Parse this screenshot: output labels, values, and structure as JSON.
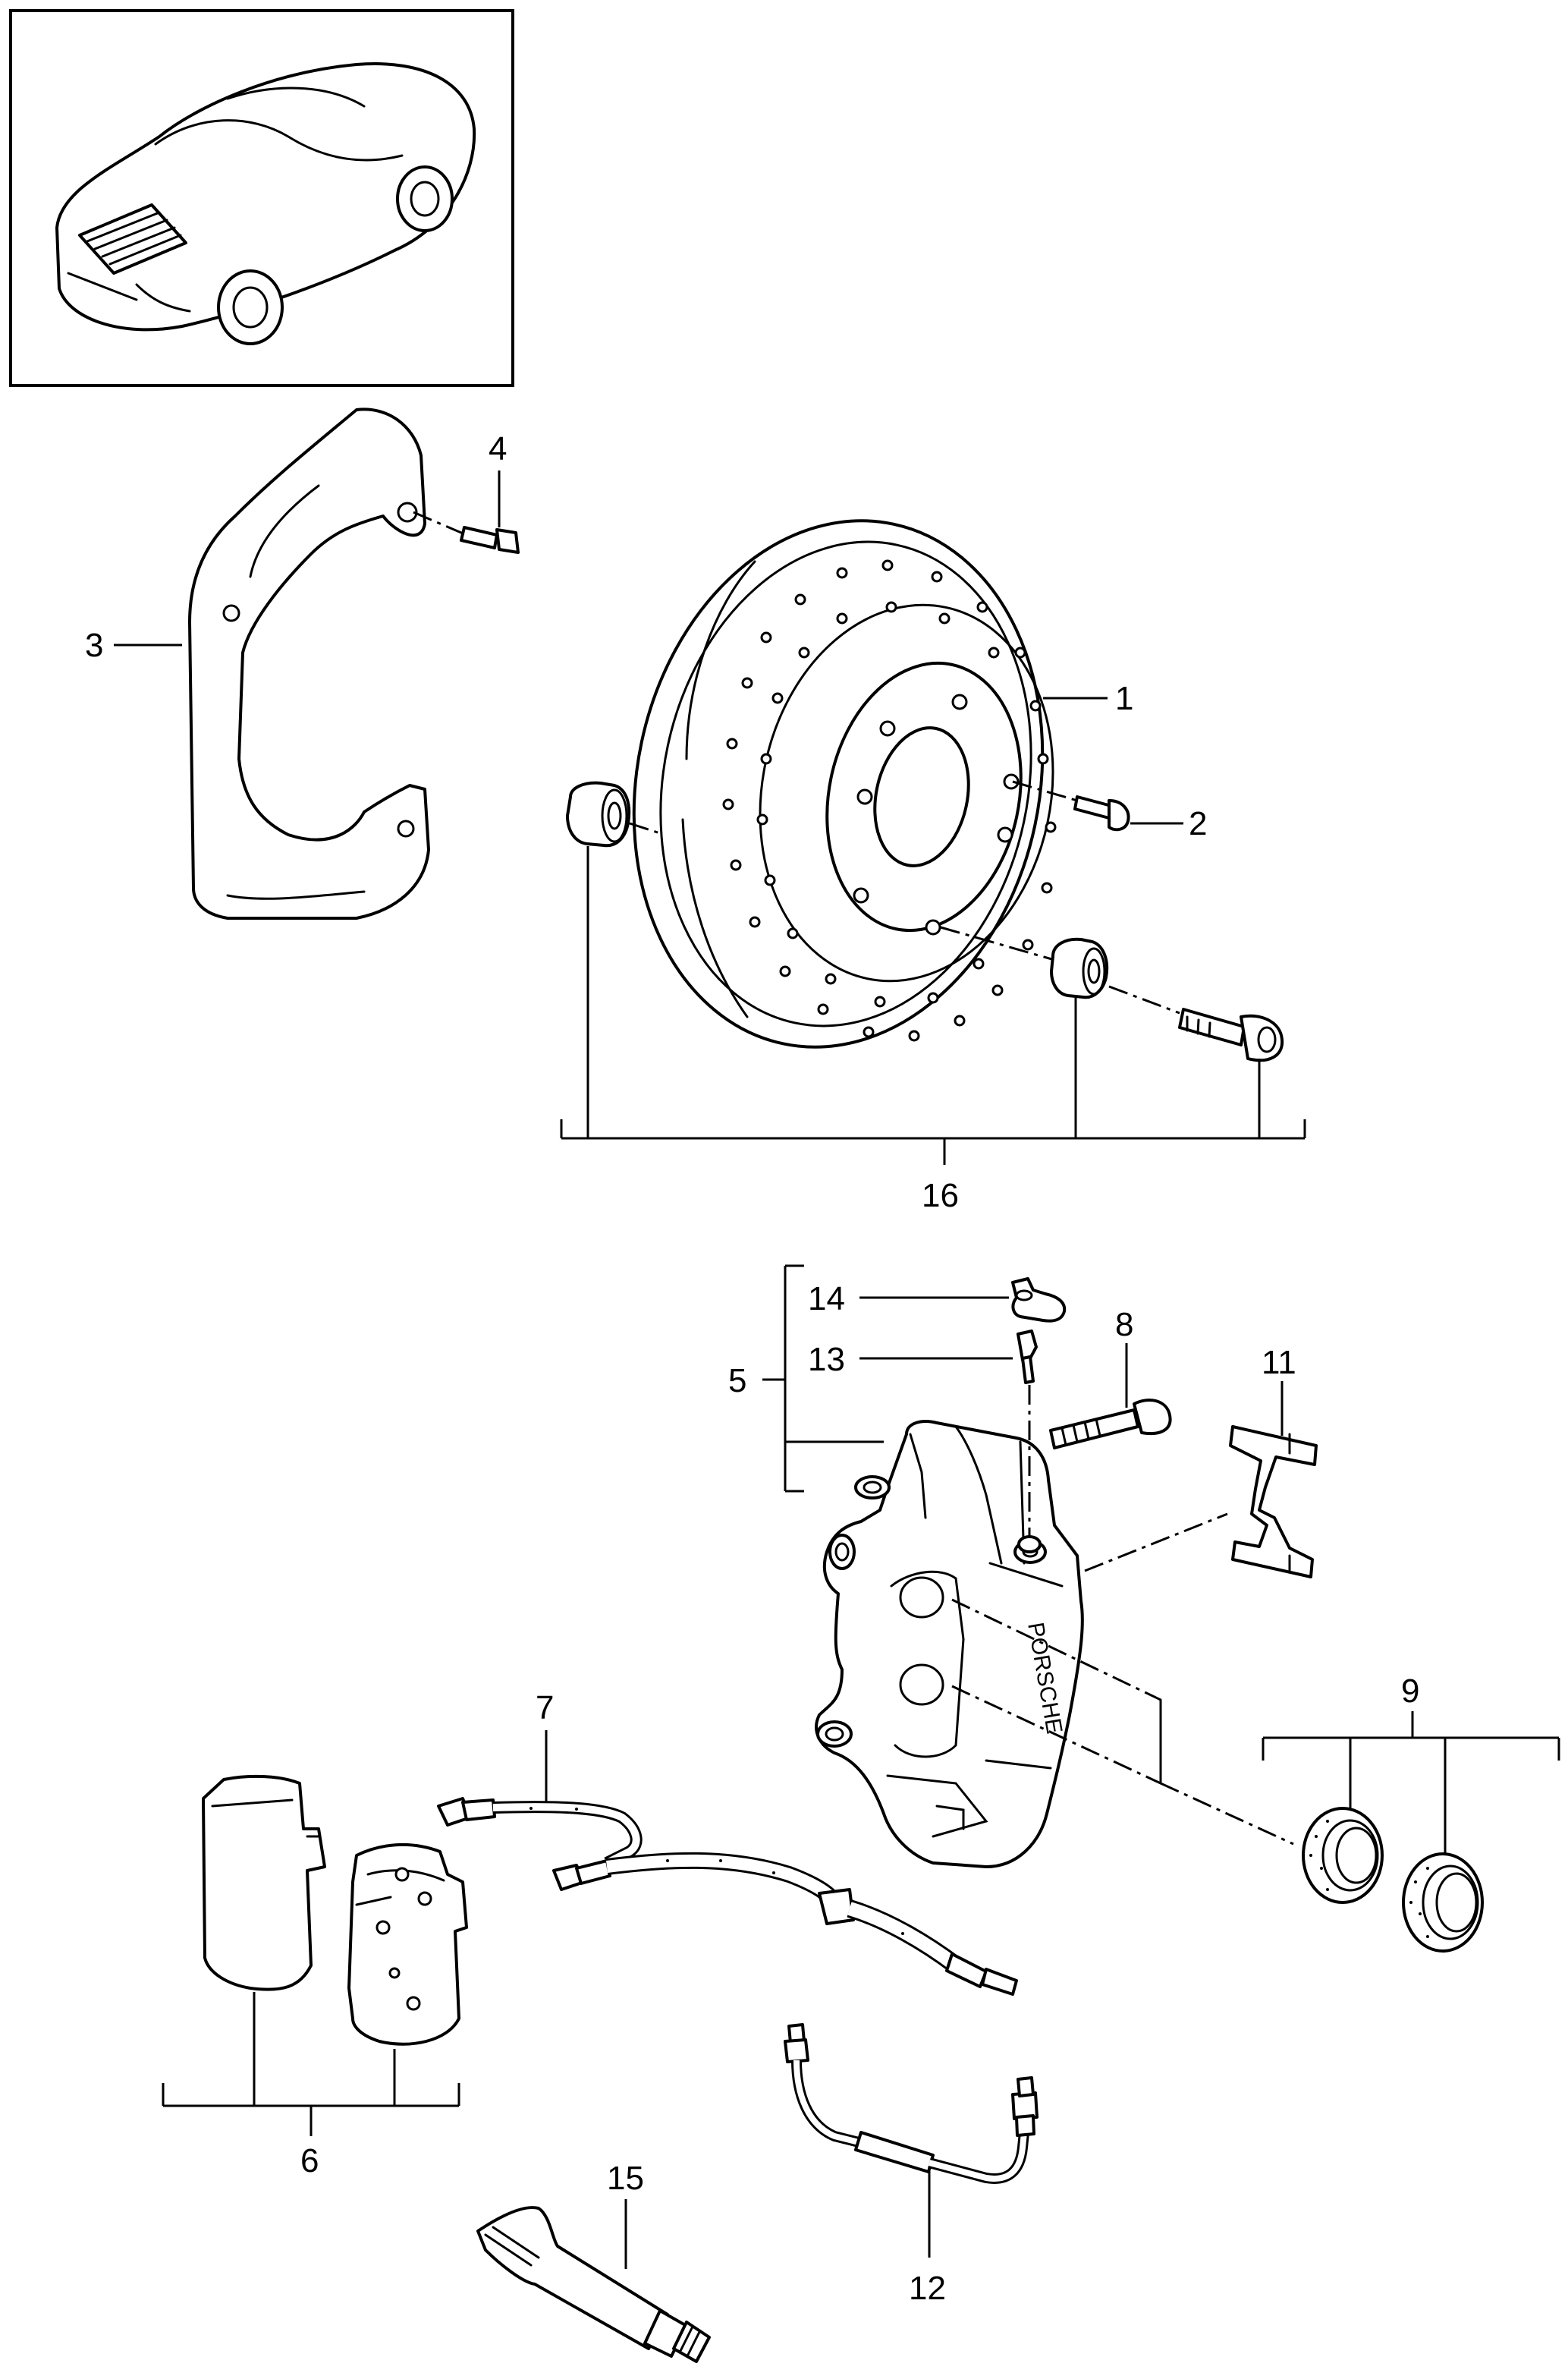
{
  "diagram": {
    "callouts": {
      "c1": "1",
      "c2": "2",
      "c3": "3",
      "c4": "4",
      "c5": "5",
      "c6": "6",
      "c7": "7",
      "c8": "8",
      "c9": "9",
      "c11": "11",
      "c12": "12",
      "c13": "13",
      "c14": "14",
      "c15": "15",
      "c16": "16"
    },
    "caliper_marking": "PORSCHE"
  },
  "colors": {
    "line": "#000000",
    "background": "#ffffff"
  }
}
